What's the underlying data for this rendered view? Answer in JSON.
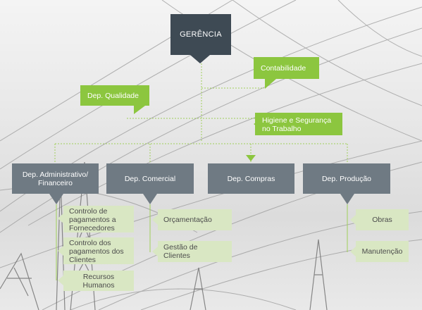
{
  "colors": {
    "top": "#3e4a54",
    "department": "#6f7a83",
    "green": "#8cc63f",
    "light_green": "#d9e7c3",
    "connector": "#9fcf5a"
  },
  "top": {
    "label": "GERÊNCIA"
  },
  "staff": {
    "contabilidade": "Contabilidade",
    "qualidade": "Dep. Qualidade",
    "higiene_line1": "Higiene e Segurança",
    "higiene_line2": "no Trabalho"
  },
  "departments": {
    "administrativo_line1": "Dep. Administrativo/",
    "administrativo_line2": "Financeiro",
    "comercial": "Dep. Comercial",
    "compras": "Dep. Compras",
    "producao": "Dep. Produção"
  },
  "sub": {
    "admin": [
      {
        "line1": "Controlo de",
        "line2": "pagamentos a",
        "line3": "Fornecedores"
      },
      {
        "line1": "Controlo dos",
        "line2": "pagamentos dos",
        "line3": "Clientes"
      },
      {
        "line1": "Recursos Humanos"
      }
    ],
    "comercial": [
      "Orçamentação",
      "Gestão de Clientes"
    ],
    "producao": [
      "Obras",
      "Manutenção"
    ]
  }
}
